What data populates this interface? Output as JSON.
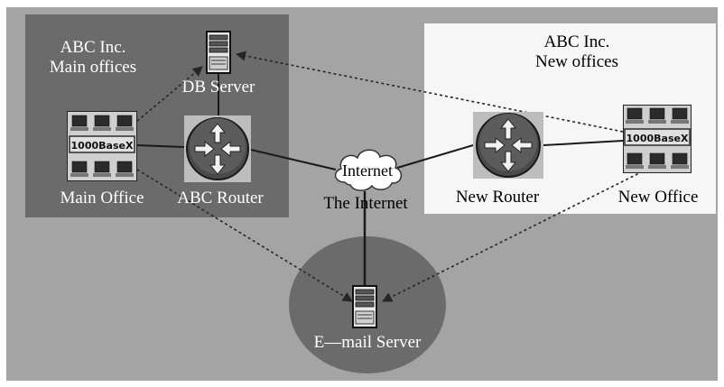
{
  "regions": {
    "main": {
      "title_line1": "ABC Inc.",
      "title_line2": "Main offices"
    },
    "new": {
      "title_line1": "ABC Inc.",
      "title_line2": "New offices"
    }
  },
  "nodes": {
    "db_server": {
      "label": "DB Server"
    },
    "main_office": {
      "label": "Main Office",
      "switch_text": "1000BaseX"
    },
    "abc_router": {
      "label": "ABC Router"
    },
    "internet": {
      "cloud_text": "Internet",
      "label": "The Internet"
    },
    "new_router": {
      "label": "New Router"
    },
    "new_office": {
      "label": "New Office",
      "switch_text": "1000BaseX"
    },
    "email_server": {
      "label": "E—mail Server"
    }
  },
  "colors": {
    "background": "#a4a4a4",
    "region_dark": "#6b6b6b",
    "region_light": "#f6f6f6",
    "line_solid": "#1a1a1a",
    "line_dashed": "#262626"
  }
}
